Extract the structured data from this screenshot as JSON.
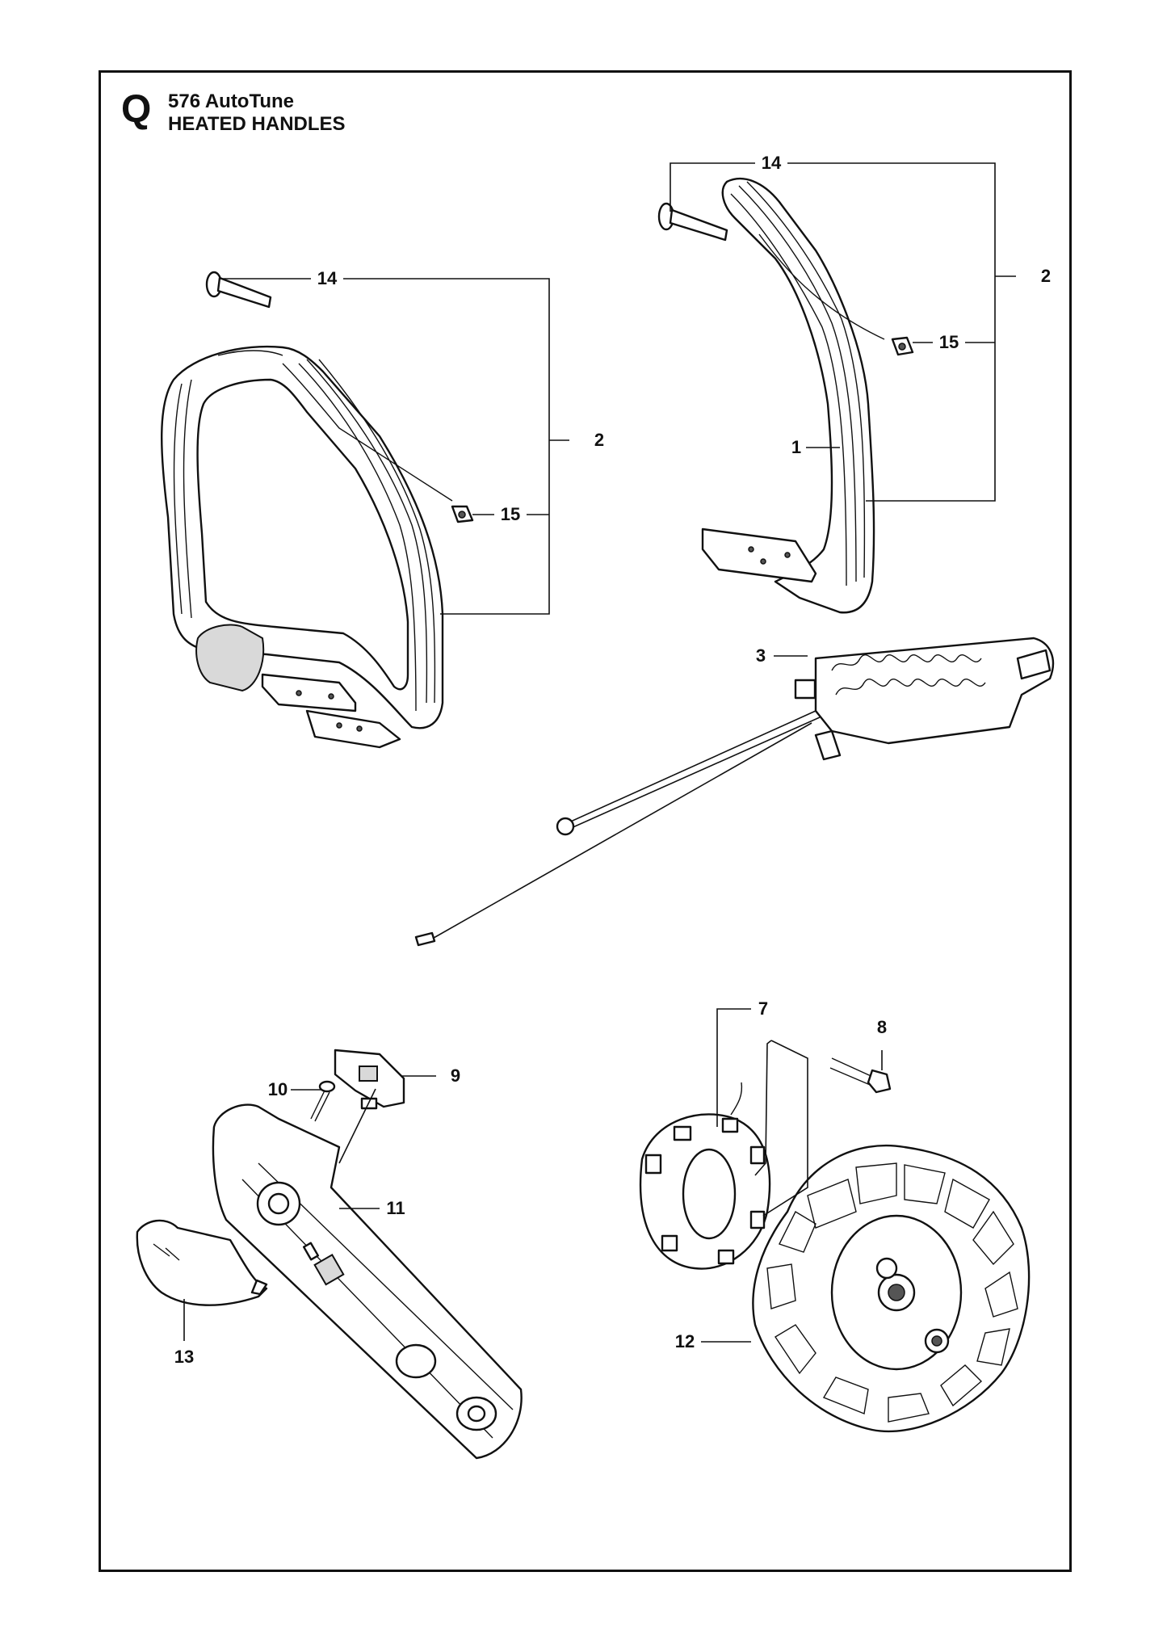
{
  "header": {
    "section_letter": "Q",
    "model": "576 AutoTune",
    "title": "HEATED HANDLES"
  },
  "callouts": {
    "c14_left": "14",
    "c2_left": "2",
    "c15_left": "15",
    "c14_right": "14",
    "c2_right": "2",
    "c15_right": "15",
    "c1": "1",
    "c3": "3",
    "c7": "7",
    "c8": "8",
    "c9": "9",
    "c10": "10",
    "c11": "11",
    "c12": "12",
    "c13": "13"
  }
}
